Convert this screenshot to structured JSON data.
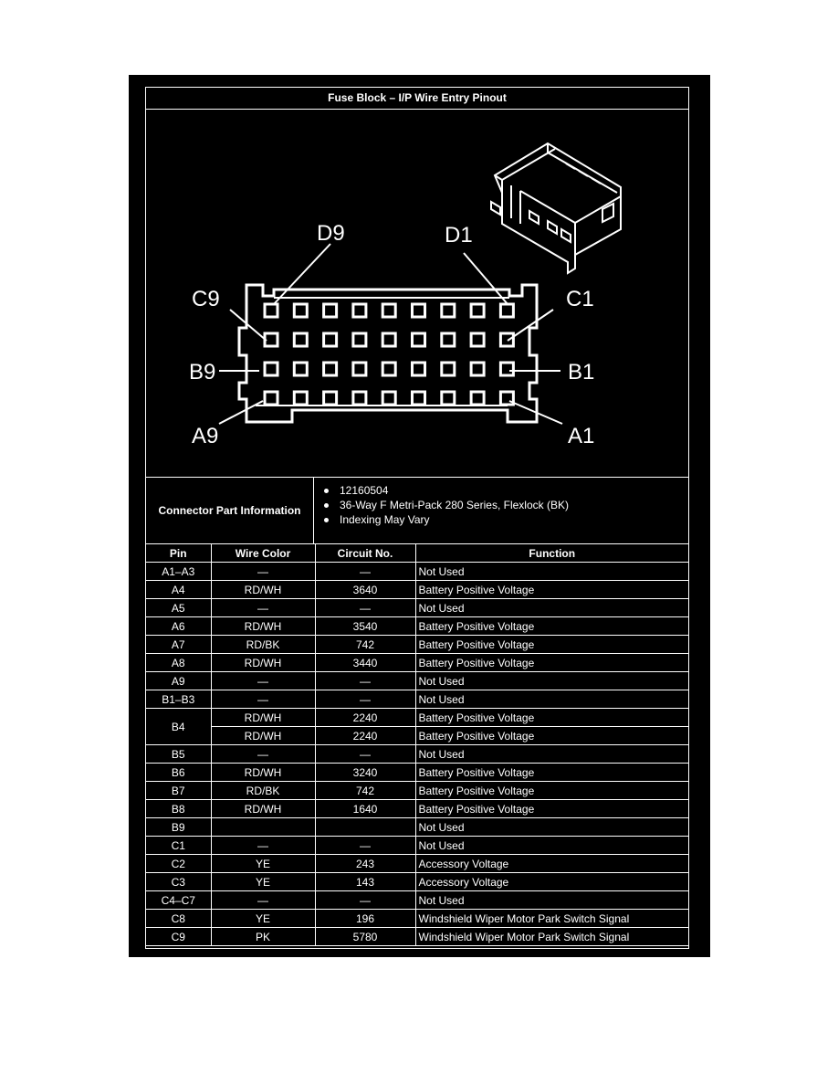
{
  "title": "Fuse Block – I/P Wire Entry Pinout",
  "diagram": {
    "pin_labels": {
      "d9": "D9",
      "d1": "D1",
      "c9": "C9",
      "c1": "C1",
      "b9": "B9",
      "b1": "B1",
      "a9": "A9",
      "a1": "A1"
    }
  },
  "connector_info": {
    "label": "Connector Part Information",
    "items": [
      "12160504",
      "36-Way F Metri-Pack 280 Series, Flexlock (BK)",
      "Indexing May Vary"
    ]
  },
  "table": {
    "headers": [
      "Pin",
      "Wire Color",
      "Circuit No.",
      "Function"
    ],
    "rows": [
      {
        "pin": "A1–A3",
        "color": "—",
        "circuit": "—",
        "function": "Not Used"
      },
      {
        "pin": "A4",
        "color": "RD/WH",
        "circuit": "3640",
        "function": "Battery Positive Voltage"
      },
      {
        "pin": "A5",
        "color": "—",
        "circuit": "—",
        "function": "Not Used"
      },
      {
        "pin": "A6",
        "color": "RD/WH",
        "circuit": "3540",
        "function": "Battery Positive Voltage"
      },
      {
        "pin": "A7",
        "color": "RD/BK",
        "circuit": "742",
        "function": "Battery Positive Voltage"
      },
      {
        "pin": "A8",
        "color": "RD/WH",
        "circuit": "3440",
        "function": "Battery Positive Voltage"
      },
      {
        "pin": "A9",
        "color": "—",
        "circuit": "—",
        "function": "Not Used"
      },
      {
        "pin": "B1–B3",
        "color": "—",
        "circuit": "—",
        "function": "Not Used"
      },
      {
        "pin": "B4",
        "color": "RD/WH",
        "circuit": "2240",
        "function": "Battery Positive Voltage"
      },
      {
        "pin": "",
        "color": "RD/WH",
        "circuit": "2240",
        "function": "Battery Positive Voltage"
      },
      {
        "pin": "B5",
        "color": "—",
        "circuit": "—",
        "function": "Not Used"
      },
      {
        "pin": "B6",
        "color": "RD/WH",
        "circuit": "3240",
        "function": "Battery Positive Voltage"
      },
      {
        "pin": "B7",
        "color": "RD/BK",
        "circuit": "742",
        "function": "Battery Positive Voltage"
      },
      {
        "pin": "B8",
        "color": "RD/WH",
        "circuit": "1640",
        "function": "Battery Positive Voltage"
      },
      {
        "pin": "B9",
        "color": "",
        "circuit": "",
        "function": "Not Used"
      },
      {
        "pin": "C1",
        "color": "—",
        "circuit": "—",
        "function": "Not Used"
      },
      {
        "pin": "C2",
        "color": "YE",
        "circuit": "243",
        "function": "Accessory Voltage"
      },
      {
        "pin": "C3",
        "color": "YE",
        "circuit": "143",
        "function": "Accessory Voltage"
      },
      {
        "pin": "C4–C7",
        "color": "—",
        "circuit": "—",
        "function": "Not Used"
      },
      {
        "pin": "C8",
        "color": "YE",
        "circuit": "196",
        "function": "Windshield Wiper Motor Park Switch Signal"
      },
      {
        "pin": "C9",
        "color": "PK",
        "circuit": "5780",
        "function": "Windshield Wiper Motor Park Switch Signal"
      }
    ]
  }
}
